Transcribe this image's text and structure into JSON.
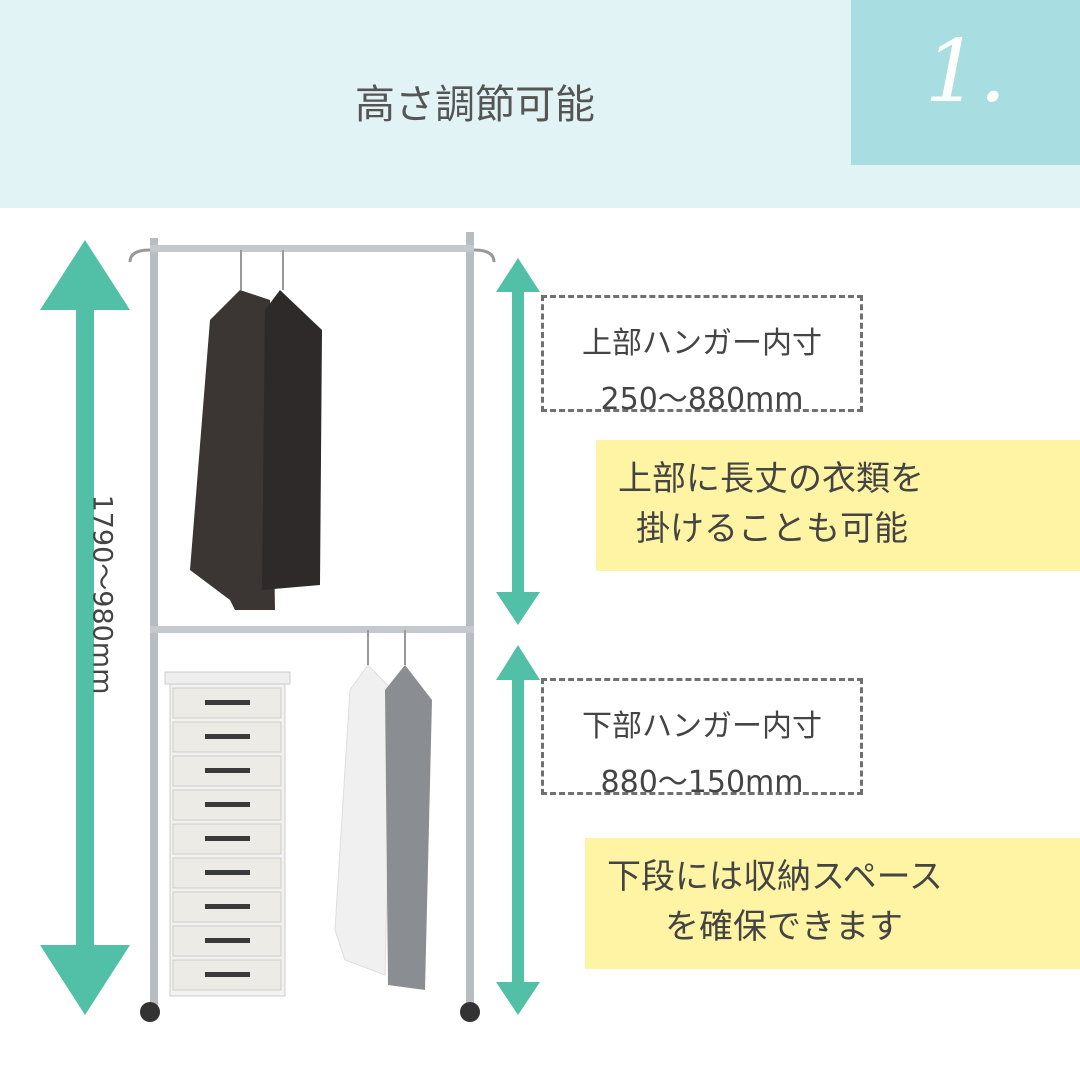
{
  "header": {
    "title": "高さ調節可能",
    "step_number": "1."
  },
  "dimensions": {
    "total_height": "1790～980mm",
    "upper": {
      "label": "上部ハンガー内寸",
      "value": "250～880mm"
    },
    "lower": {
      "label": "下部ハンガー内寸",
      "value": "880～150mm"
    }
  },
  "callouts": [
    {
      "line1": "上部に長丈の衣類を",
      "line2": "掛けることも可能"
    },
    {
      "line1": "下段には収納スペース",
      "line2": "を確保できます"
    }
  ],
  "colors": {
    "header_bg": "#e2f3f6",
    "number_bg": "#a8dde1",
    "arrow": "#52bfa7",
    "callout_bg": "#fff4a3"
  }
}
